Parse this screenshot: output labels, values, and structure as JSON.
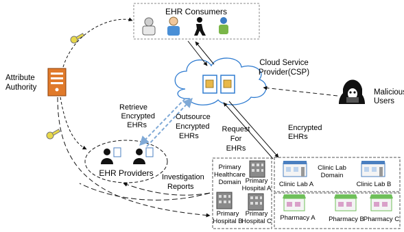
{
  "consumers": {
    "title": "EHR Consumers"
  },
  "csp": {
    "line1": "Cloud Service",
    "line2": "Provider(CSP)"
  },
  "authority": {
    "line1": "Attribute",
    "line2": "Authority"
  },
  "malicious": {
    "line1": "Malicious",
    "line2": "Users"
  },
  "providers": {
    "title": "EHR Providers"
  },
  "arrows": {
    "retrieve": [
      "Retrieve",
      "Encrypted",
      "EHRs"
    ],
    "outsource": [
      "Outsource",
      "Encrypted",
      "EHRs"
    ],
    "request": [
      "Request",
      "For",
      "EHRs"
    ],
    "encrypted": [
      "Encrypted",
      "EHRs"
    ],
    "investigation": [
      "Investigation",
      "Reports"
    ]
  },
  "healthcare": {
    "domain_label": [
      "Primary",
      "Healthcare",
      "Domain"
    ],
    "hospital_a": [
      "Primary",
      "Hospital A"
    ],
    "hospital_b": [
      "Primary",
      "Hospital B"
    ],
    "hospital_c": [
      "Primary",
      "Hospital C"
    ]
  },
  "clinic": {
    "domain_label": [
      "Clinic Lab",
      "Domain"
    ],
    "lab_a": "Clinic Lab A",
    "lab_b": "Clinic Lab B"
  },
  "pharmacy": {
    "a": "Pharmacy A",
    "b": "Pharmacy B",
    "c": "Pharmacy C"
  },
  "colors": {
    "cloud_stroke": "#2e7bd0",
    "dashed_blue": "#7fa9d6",
    "server": "#e07a2b",
    "key": "#e8d84a",
    "pharmacy_awning": "#6fbf5a",
    "clinic_awning": "#4a7fc0"
  }
}
